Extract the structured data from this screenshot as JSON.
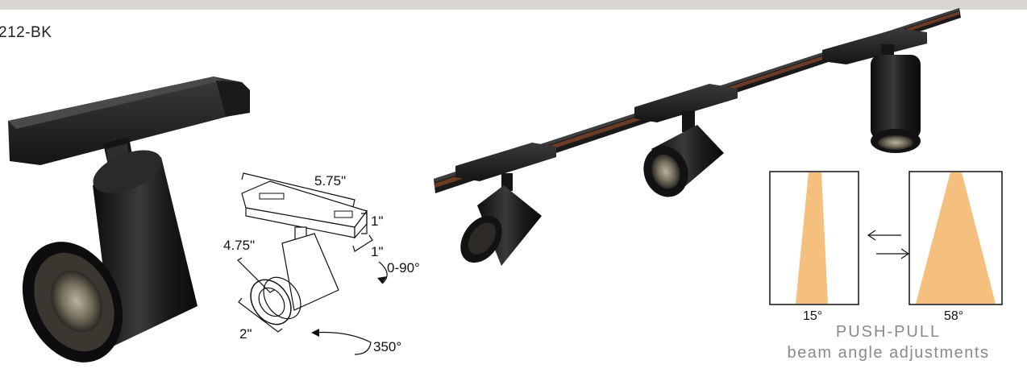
{
  "model_code": "212-BK",
  "dimensions": {
    "length": "5.75\"",
    "height": "1\"",
    "depth": "1\"",
    "arm": "4.75\"",
    "diameter": "2\"",
    "tilt": "0-90°",
    "rotation": "350°"
  },
  "beam": {
    "narrow_label": "15°",
    "wide_label": "58°",
    "title": "PUSH-PULL",
    "subtitle": "beam angle adjustments",
    "beam_color": "#f5c07e"
  },
  "colors": {
    "fixture": "#1c1c1c",
    "topbar": "#d9d6d1",
    "track_copper": "#6b3b25"
  }
}
